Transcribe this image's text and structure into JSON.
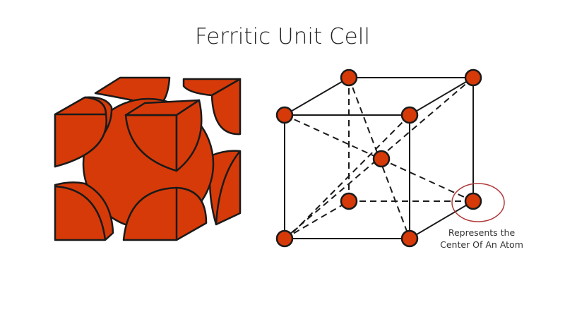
{
  "title": "Ferritic Unit Cell",
  "annotation": {
    "line1": "Represents the",
    "line2": "Center Of An Atom"
  },
  "colors": {
    "atom": "#d63a08",
    "outline": "#1a1a1a",
    "highlight": "#b23a3a"
  }
}
